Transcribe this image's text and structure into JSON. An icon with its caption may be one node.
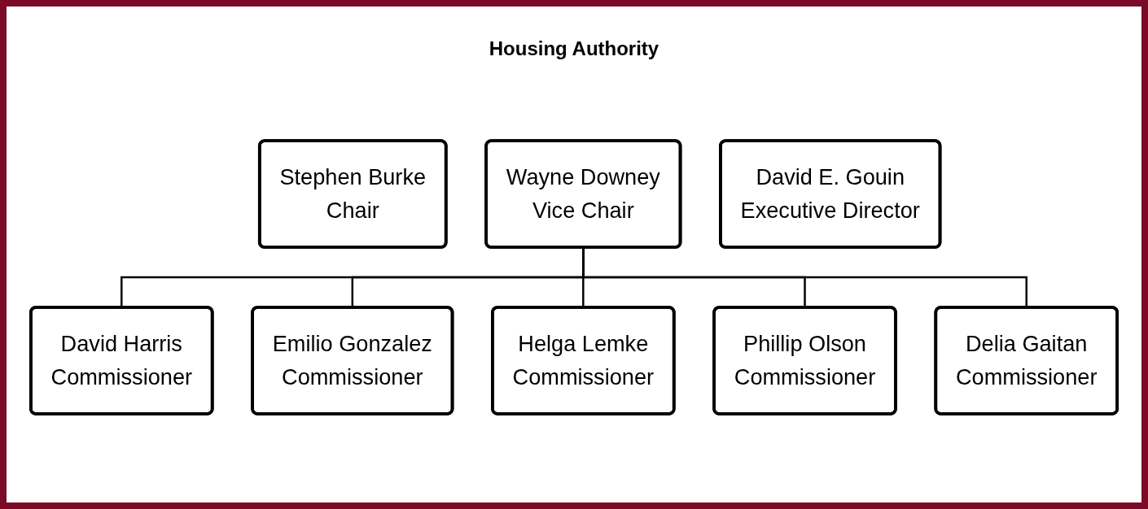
{
  "diagram": {
    "title": "Housing Authority",
    "nodes": [
      {
        "text": [
          "Stephen Burke",
          "Chair"
        ]
      },
      {
        "text": [
          "Wayne Downey",
          "Vice Chair"
        ]
      },
      {
        "text": [
          "David Harris",
          "Commissioner"
        ]
      },
      {
        "text": [
          "Emilio Gonzalez",
          "Commissioner"
        ]
      },
      {
        "text": [
          "Helga Lemke",
          "Commissioner"
        ]
      },
      {
        "text": [
          "Phillip Olson",
          "Commissioner"
        ]
      },
      {
        "text": [
          "Delia Gaitan",
          "Commissioner"
        ]
      },
      {
        "text": [
          "David E. Gouin",
          "Executive Director"
        ]
      }
    ],
    "edges": [
      {
        "from": 1,
        "to": 2,
        "arrow": "none"
      },
      {
        "from": 1,
        "to": 3,
        "arrow": "none"
      },
      {
        "from": 1,
        "to": 4,
        "arrow": "none"
      },
      {
        "from": 1,
        "to": 5,
        "arrow": "none"
      },
      {
        "from": 1,
        "to": 6,
        "arrow": "none"
      }
    ]
  }
}
